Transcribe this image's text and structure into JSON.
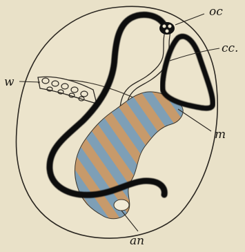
{
  "figure": {
    "background": "#e9e1c8",
    "ink": "#111111",
    "stripe_orange": "#c79a6b",
    "stripe_blue": "#7e9fb6",
    "labels": {
      "oc": "oc",
      "cc": "cc.",
      "w": "w",
      "m": "m",
      "an": "an"
    }
  }
}
